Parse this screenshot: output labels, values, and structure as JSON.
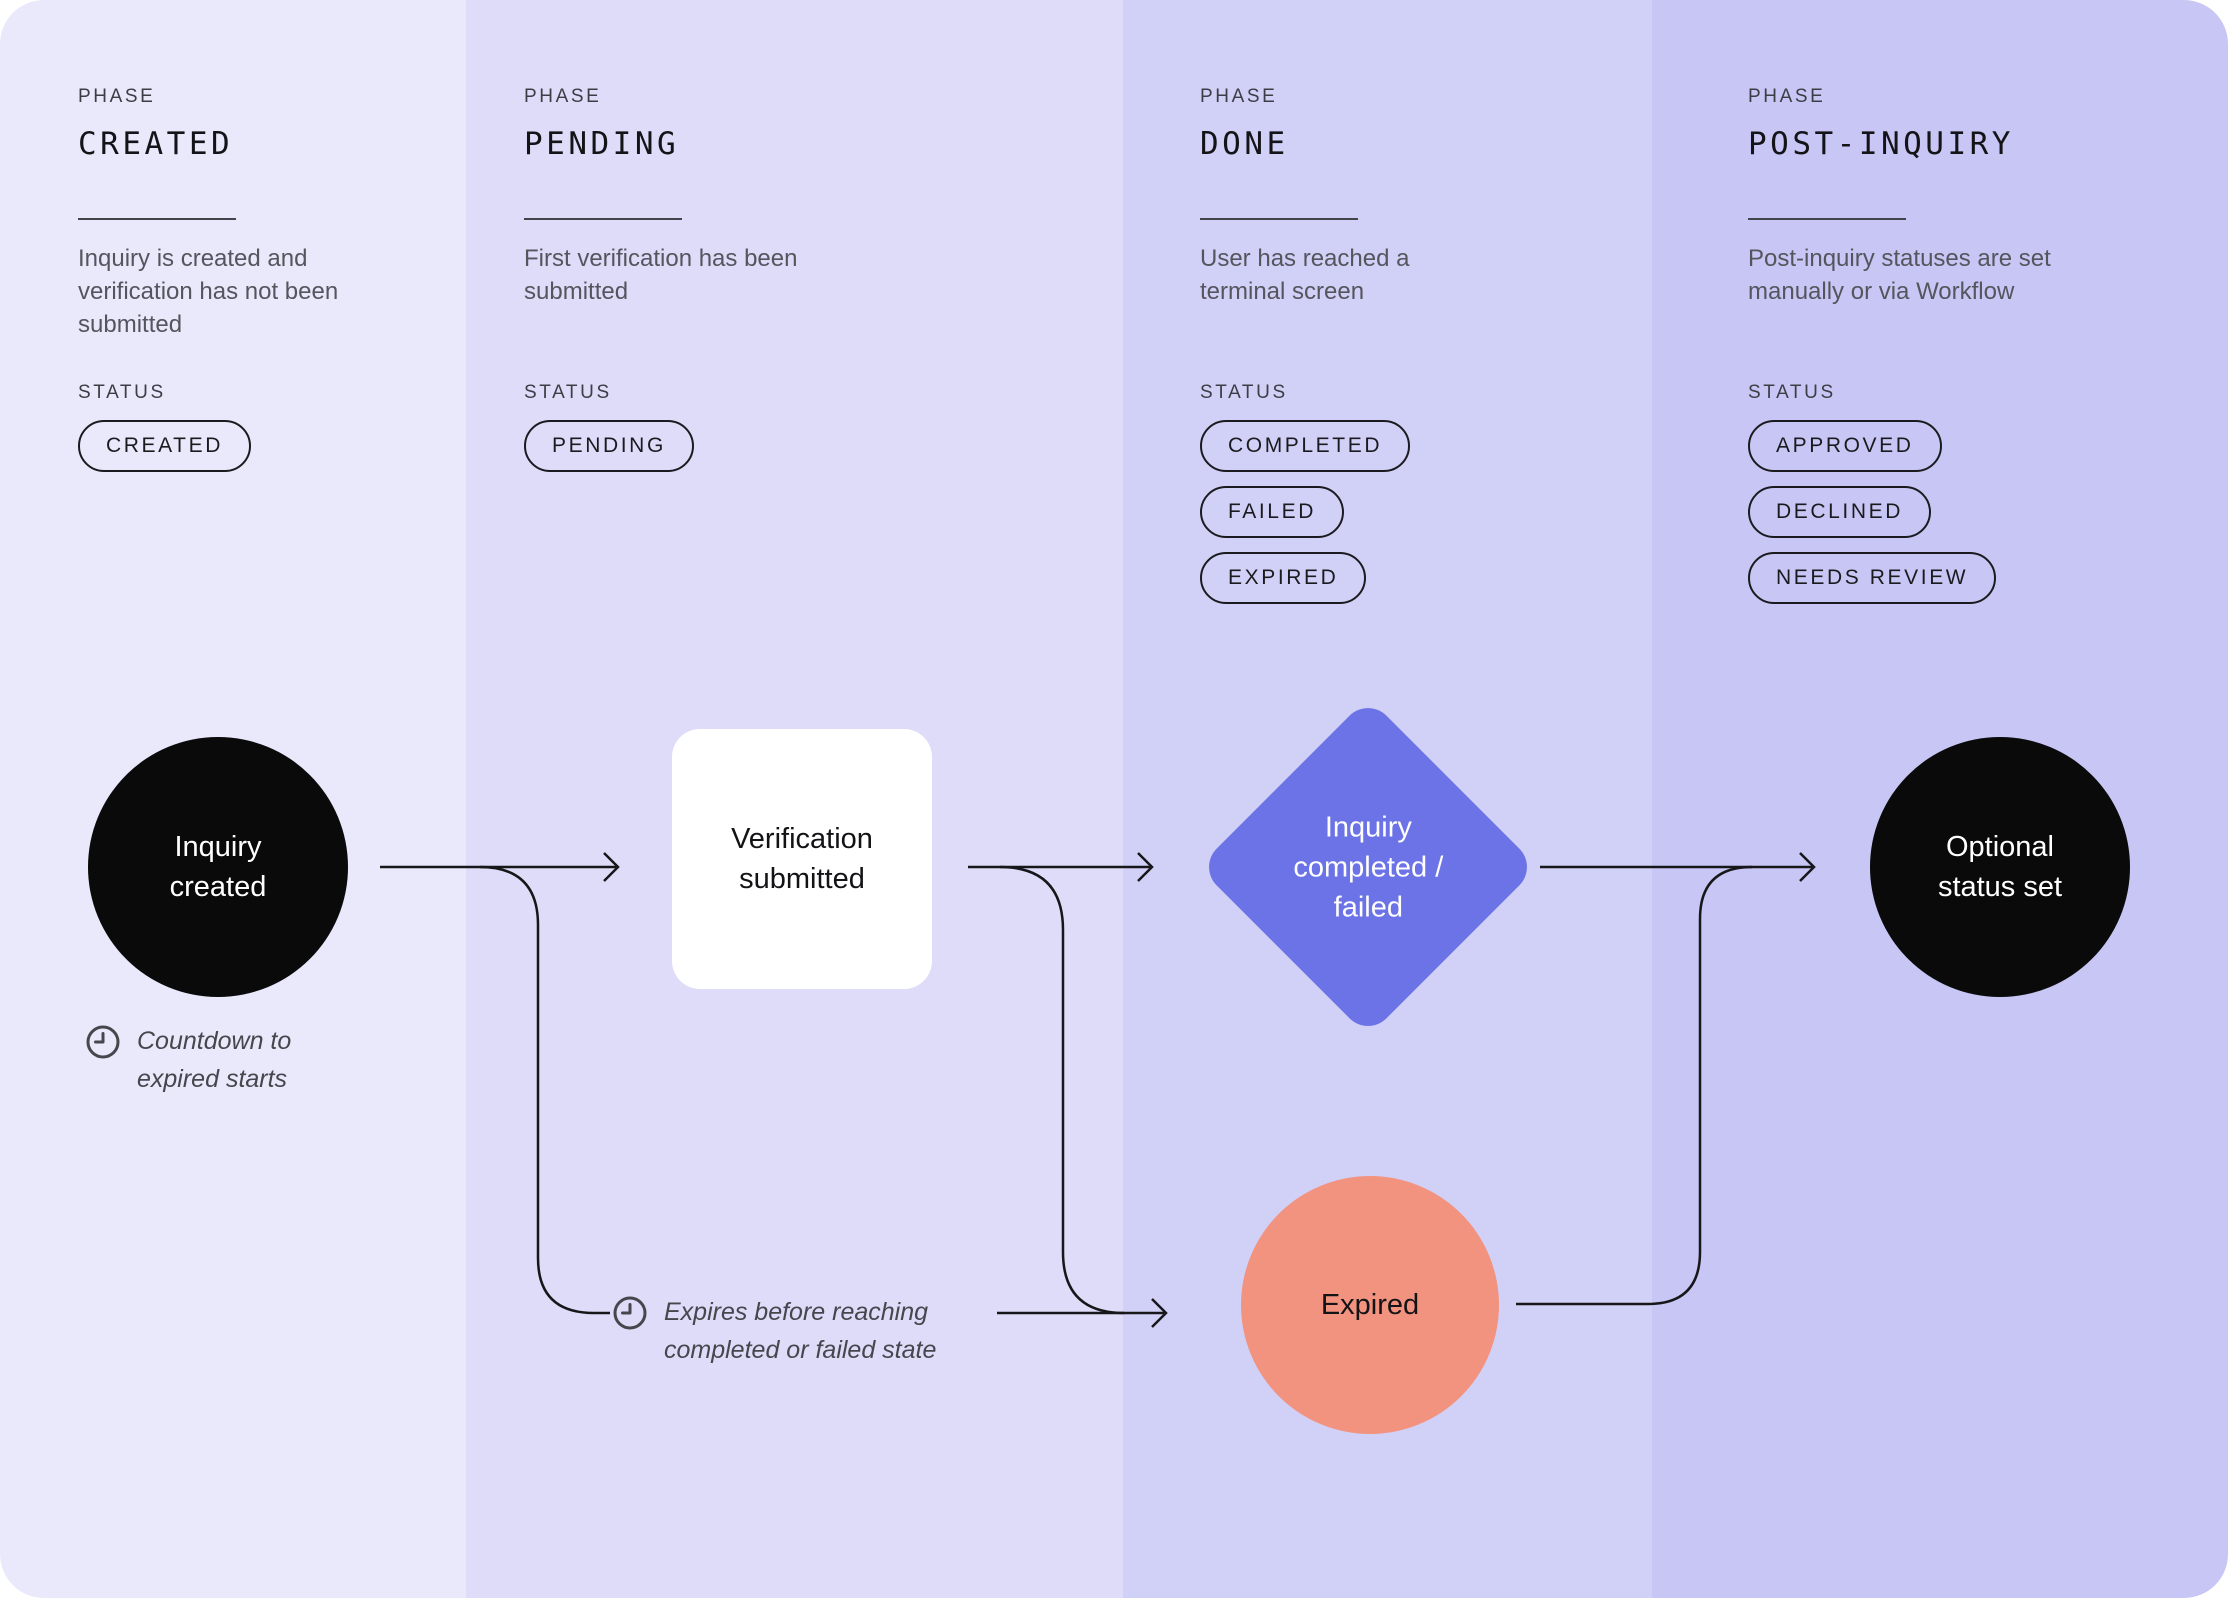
{
  "phases": [
    {
      "label": "PHASE",
      "name": "CREATED",
      "description": "Inquiry is created and verification has not been submitted",
      "status_label": "STATUS",
      "statuses": [
        "CREATED"
      ]
    },
    {
      "label": "PHASE",
      "name": "PENDING",
      "description": "First verification has been submitted",
      "status_label": "STATUS",
      "statuses": [
        "PENDING"
      ]
    },
    {
      "label": "PHASE",
      "name": "DONE",
      "description": "User has reached a terminal screen",
      "status_label": "STATUS",
      "statuses": [
        "COMPLETED",
        "FAILED",
        "EXPIRED"
      ]
    },
    {
      "label": "PHASE",
      "name": "POST-INQUIRY",
      "description": "Post-inquiry statuses are set manually or via Workflow",
      "status_label": "STATUS",
      "statuses": [
        "APPROVED",
        "DECLINED",
        "NEEDS REVIEW"
      ]
    }
  ],
  "nodes": {
    "inquiry_created": {
      "label": "Inquiry created"
    },
    "verification_submitted": {
      "label": "Verification submitted"
    },
    "inquiry_completed_failed": {
      "label": "Inquiry completed / failed"
    },
    "optional_status_set": {
      "label": "Optional status set"
    },
    "expired": {
      "label": "Expired"
    }
  },
  "notes": {
    "countdown": "Countdown to expired starts",
    "expires": "Expires before reaching completed or failed state"
  },
  "colors": {
    "columns": [
      "#e9e9fb",
      "#dedcf9",
      "#d1d0f7",
      "#c7c6f4"
    ],
    "node_dark": "#0a0a0b",
    "node_box": "#ffffff",
    "diamond": "#6c73e6",
    "expired": "#f2937f",
    "line": "#17171a"
  }
}
